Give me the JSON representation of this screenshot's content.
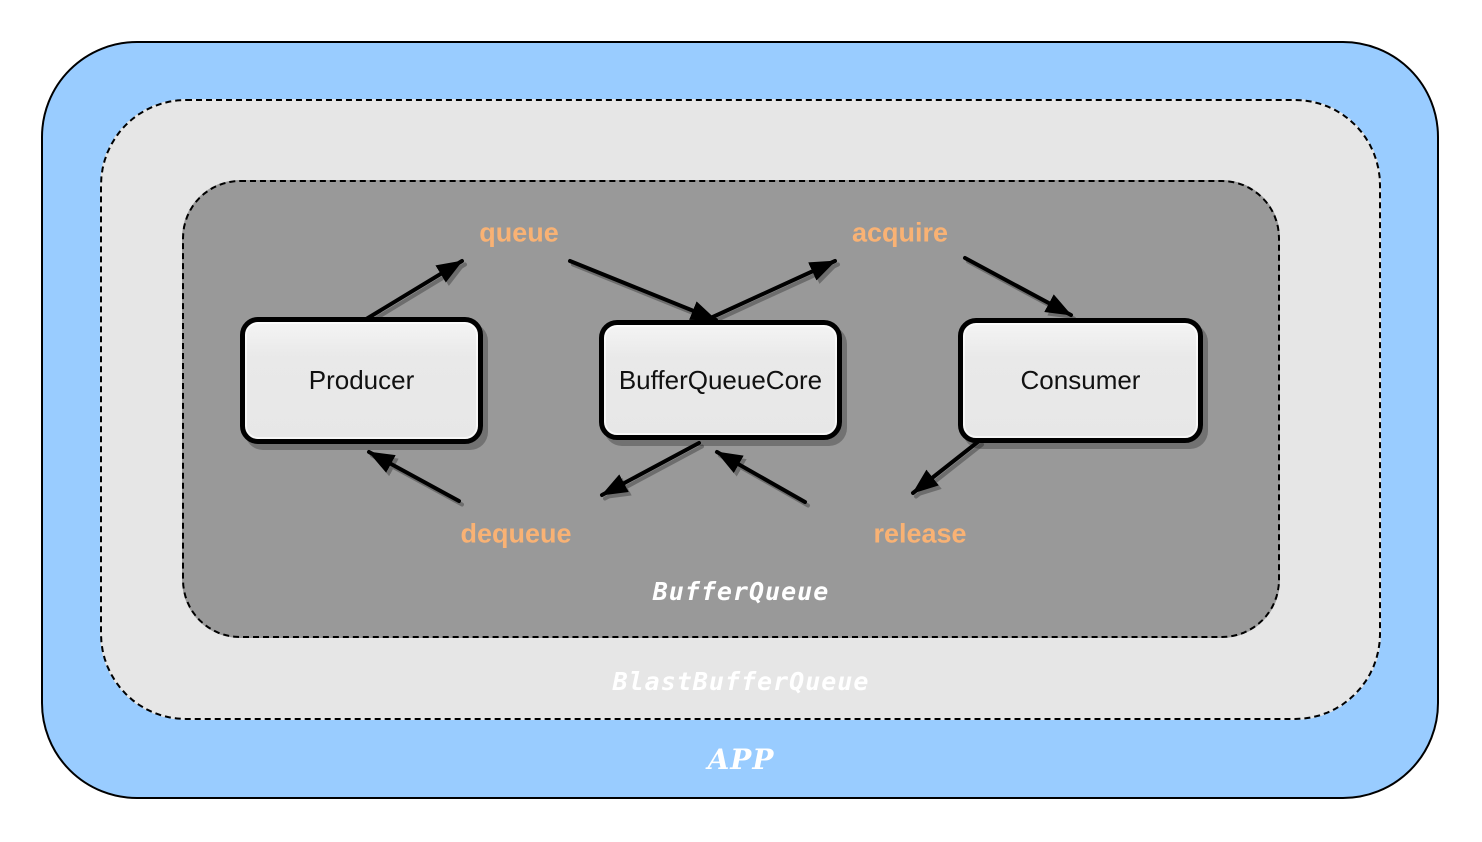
{
  "containers": {
    "app": {
      "label": "APP"
    },
    "blast_buffer_queue": {
      "label": "BlastBufferQueue"
    },
    "buffer_queue": {
      "label": "BufferQueue"
    }
  },
  "nodes": {
    "producer": {
      "label": "Producer"
    },
    "buffer_queue_core": {
      "label": "BufferQueueCore"
    },
    "consumer": {
      "label": "Consumer"
    }
  },
  "edges": [
    {
      "id": "queue",
      "label": "queue",
      "from": "producer",
      "to": "buffer_queue_core"
    },
    {
      "id": "acquire",
      "label": "acquire",
      "from": "buffer_queue_core",
      "to": "consumer"
    },
    {
      "id": "dequeue",
      "label": "dequeue",
      "from": "buffer_queue_core",
      "to": "producer"
    },
    {
      "id": "release",
      "label": "release",
      "from": "consumer",
      "to": "buffer_queue_core"
    }
  ],
  "colors": {
    "app_fill": "#99ccff",
    "blast_buffer_queue_fill": "#e6e6e6",
    "buffer_queue_fill": "#999999",
    "node_fill": "#e9e9e9",
    "edge_label": "#f9b274",
    "container_label": "#ffffff",
    "stroke": "#000000"
  }
}
